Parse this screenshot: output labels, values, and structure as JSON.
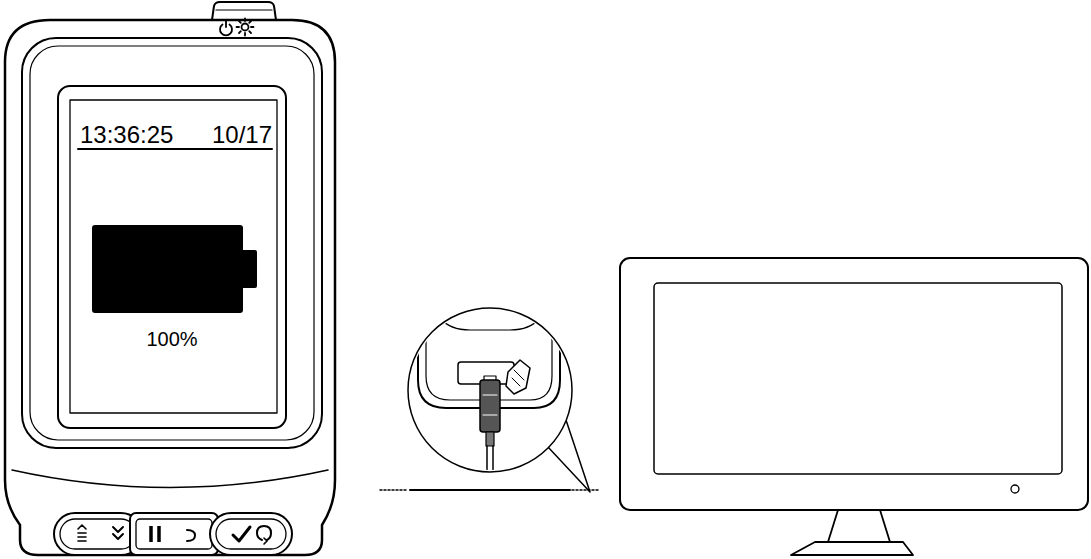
{
  "diagram": {
    "labels": [
      "13:36:25",
      "10/17",
      "100%"
    ]
  }
}
